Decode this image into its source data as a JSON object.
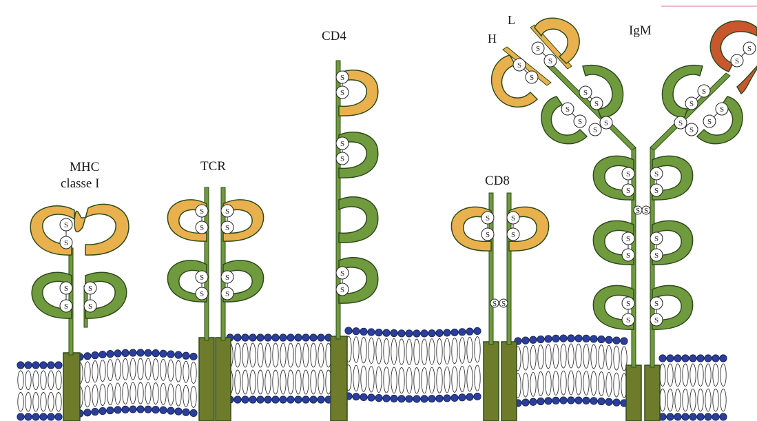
{
  "labels": {
    "mhc_line1": "MHC",
    "mhc_line2": "classe I",
    "tcr": "TCR",
    "cd4": "CD4",
    "cd8": "CD8",
    "igm": "IgM",
    "heavy": "H",
    "light": "L"
  },
  "disulfide_symbol": "S",
  "colors": {
    "domain_variable": "#e9b14d",
    "domain_constant": "#6f9a3e",
    "domain_outline": "#2f4a1c",
    "igm_red_domain": "#c9572d",
    "stalk": "#6e7b2a",
    "lipid_head": "#2b3e9c",
    "lipid_tail": "#333333"
  }
}
